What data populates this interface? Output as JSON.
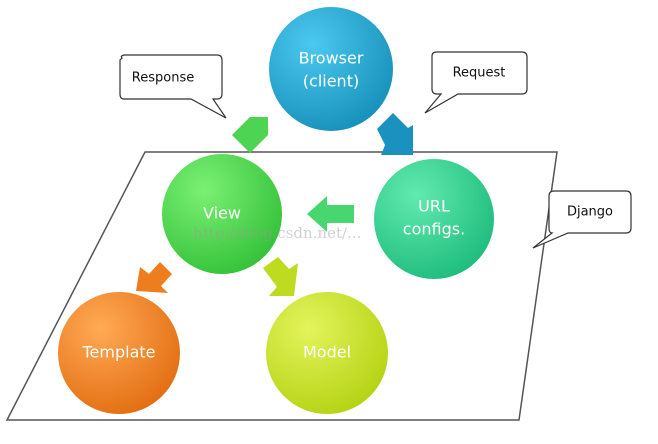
{
  "diagram": {
    "nodes": {
      "browser": {
        "line1": "Browser",
        "line2": "(client)",
        "color": "#23a3cc"
      },
      "view": {
        "label": "View",
        "color": "#4fd84a"
      },
      "url": {
        "line1": "URL",
        "line2": "configs.",
        "color": "#2fd38e"
      },
      "template": {
        "label": "Template",
        "color": "#f07f1f"
      },
      "model": {
        "label": "Model",
        "color": "#c8e21c"
      }
    },
    "callouts": {
      "response": "Response",
      "request": "Request",
      "django": "Django"
    },
    "colors": {
      "arrow_response": "#4cd452",
      "arrow_request": "#1b91c0",
      "arrow_url_to_view": "#48d76e",
      "arrow_view_to_template": "#ee7d1d",
      "arrow_view_to_model": "#bedb1f",
      "plane_stroke": "#555555"
    },
    "watermark": "http://blog.csdn.net/..."
  }
}
